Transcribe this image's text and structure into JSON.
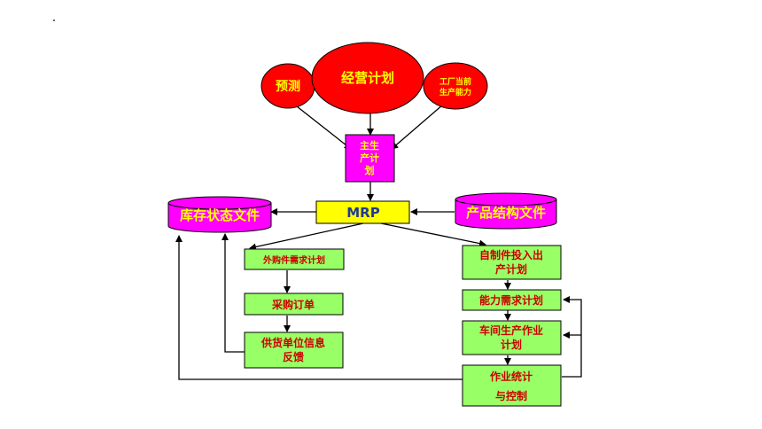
{
  "nodes": {
    "forecast": "预测",
    "business_plan": "经营计划",
    "capacity_line1": "工厂当前",
    "capacity_line2": "生产能力",
    "mps_line1": "主生",
    "mps_line2": "产计",
    "mps_line3": "划",
    "mrp": "MRP",
    "inventory": "库存状态文件",
    "bom": "产品结构文件",
    "purchase_req": "外购件需求计划",
    "purchase_order": "采购订单",
    "supplier_line1": "供货单位信息",
    "supplier_line2": "反馈",
    "selfmade_line1": "自制件投入出",
    "selfmade_line2": "产计划",
    "capacity_req": "能力需求计划",
    "workshop_line1": "车间生产作业",
    "workshop_line2": "计划",
    "control_line1": "作业统计",
    "control_line2": "与控制"
  },
  "colors": {
    "red": "#ff0000",
    "yellow_text": "#ffff00",
    "magenta": "#ff00ff",
    "mrp_fill": "#ffff00",
    "mrp_text": "#1f3a93",
    "green": "#99ff66",
    "dark_red_text": "#cc0000"
  }
}
